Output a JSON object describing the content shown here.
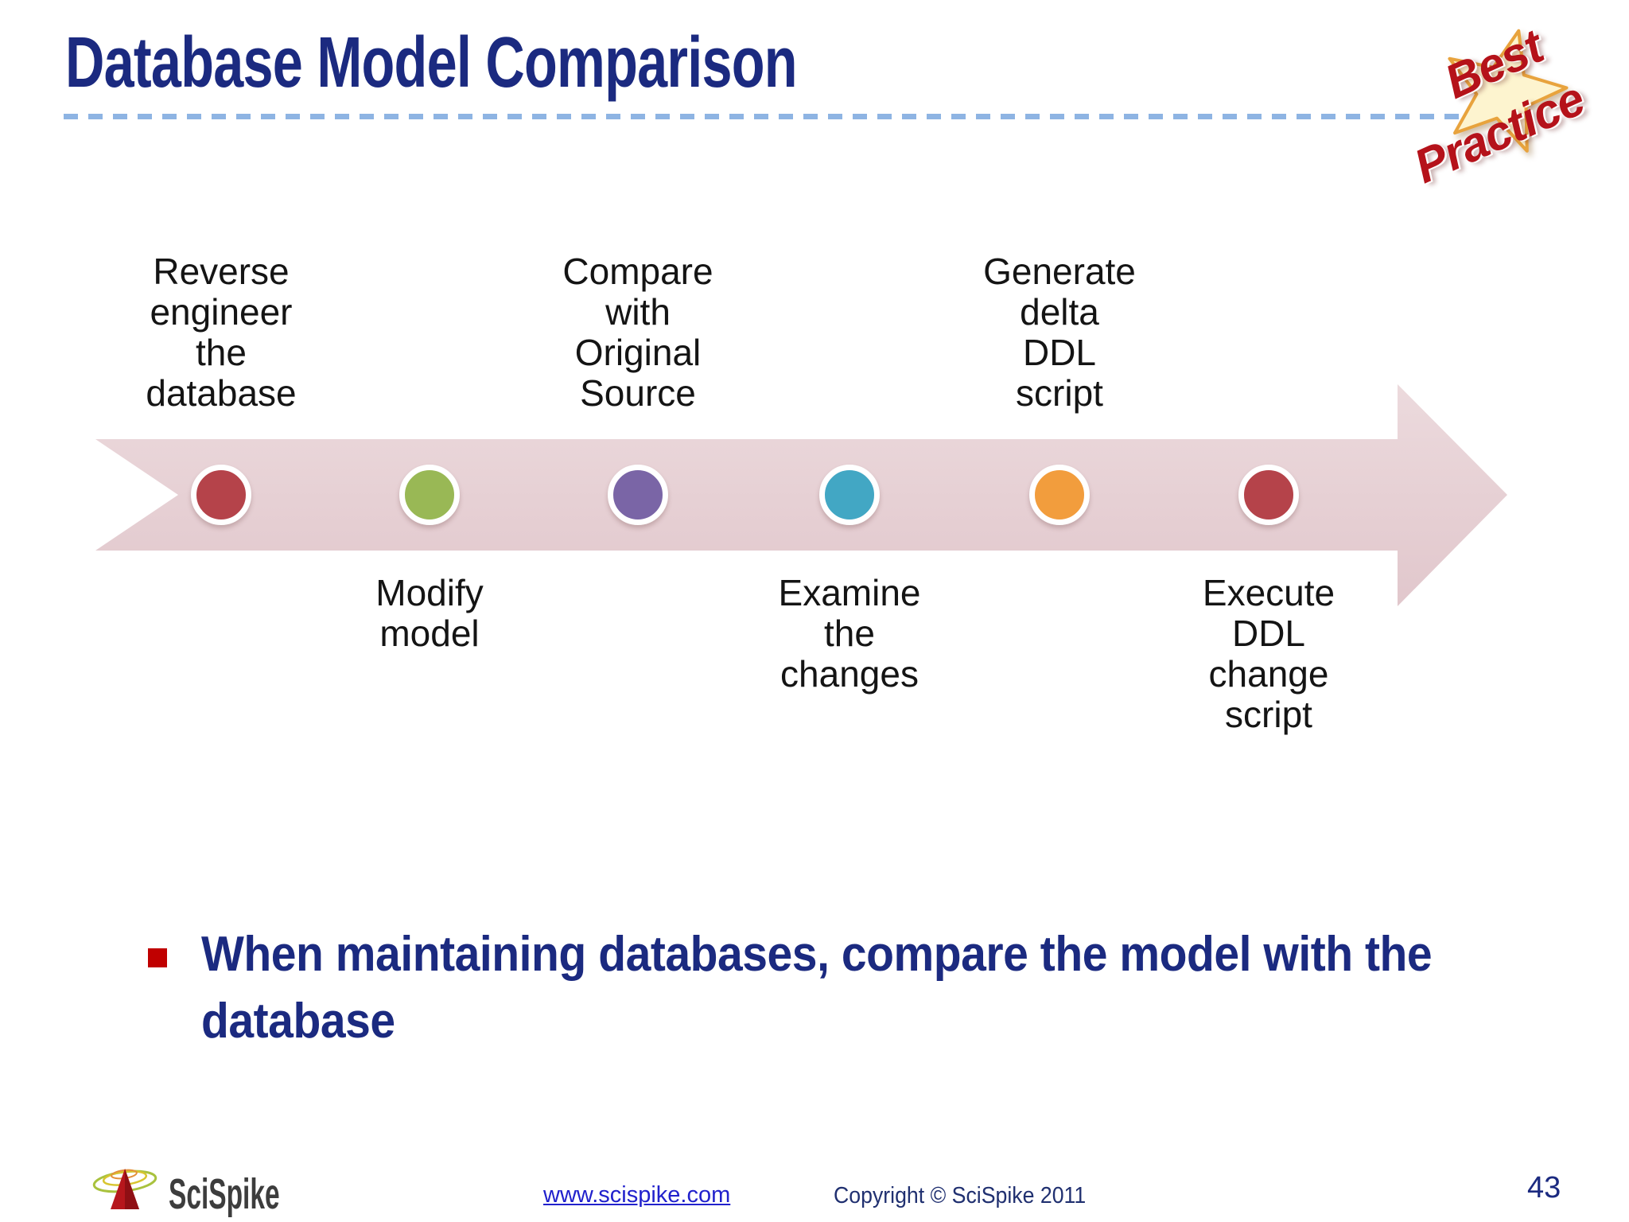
{
  "slide": {
    "title": "Database Model Comparison",
    "page_number": "43"
  },
  "badge": {
    "word1": "Best",
    "word2": "Practice"
  },
  "timeline": {
    "arrow_color": "#e7d0d4",
    "steps": [
      {
        "label": "Reverse\nengineer\nthe\ndatabase",
        "position": "above",
        "dot_color": "#b5434a"
      },
      {
        "label": "Modify\nmodel",
        "position": "below",
        "dot_color": "#99b855"
      },
      {
        "label": "Compare\nwith\nOriginal\nSource",
        "position": "above",
        "dot_color": "#7a65a6"
      },
      {
        "label": "Examine\nthe\nchanges",
        "position": "below",
        "dot_color": "#42a7c4"
      },
      {
        "label": "Generate\ndelta\nDDL\nscript",
        "position": "above",
        "dot_color": "#f29d3d"
      },
      {
        "label": "Execute\nDDL\nchange\nscript",
        "position": "below",
        "dot_color": "#b5434a"
      }
    ]
  },
  "bullet": {
    "text": "When maintaining databases, compare the model with the database",
    "marker_color": "#c00000"
  },
  "footer": {
    "logo_text": "SciSpike",
    "url": "www.scispike.com",
    "copyright": "Copyright © SciSpike 2011"
  },
  "colors": {
    "title_text": "#1b2a80",
    "divider": "#8eb4e3",
    "badge_text": "#b5121a",
    "star_fill": "#fdf4cf",
    "star_stroke": "#e8a33d"
  }
}
